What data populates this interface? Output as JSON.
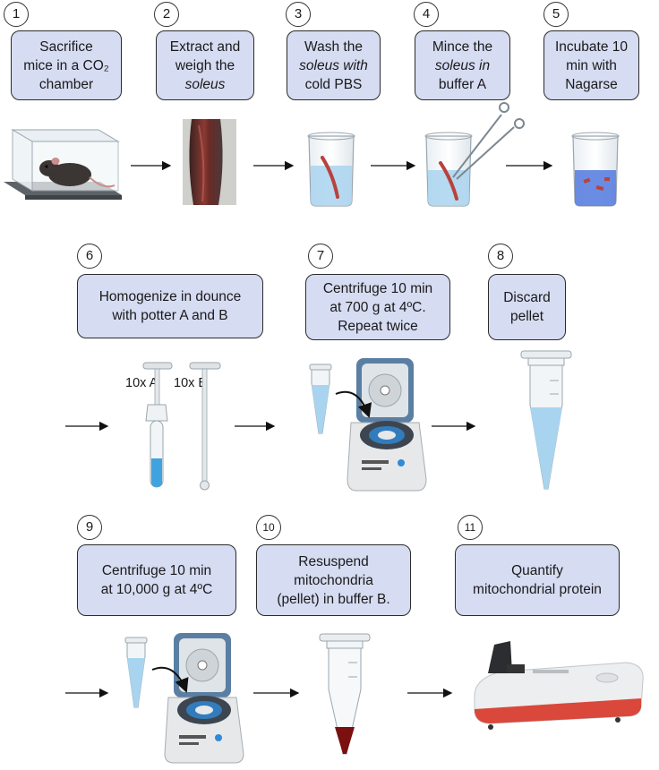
{
  "steps": [
    {
      "num": "1",
      "lines": [
        "Sacrifice",
        "mice in a CO₂",
        "chamber"
      ]
    },
    {
      "num": "2",
      "lines": [
        "Extract and",
        "weigh the",
        "soleus"
      ]
    },
    {
      "num": "3",
      "lines": [
        "Wash  the",
        "soleus with",
        "cold PBS"
      ]
    },
    {
      "num": "4",
      "lines": [
        "Mince the",
        "soleus in",
        "buffer A"
      ]
    },
    {
      "num": "5",
      "lines": [
        "Incubate 10",
        "min with",
        "Nagarse"
      ]
    },
    {
      "num": "6",
      "lines": [
        "Homogenize in dounce",
        "with potter A and B"
      ]
    },
    {
      "num": "7",
      "lines": [
        "Centrifuge 10 min",
        "at 700 g at 4ºC.",
        "Repeat twice"
      ]
    },
    {
      "num": "8",
      "lines": [
        "Discard",
        "pellet"
      ]
    },
    {
      "num": "9",
      "lines": [
        "Centrifuge 10 min",
        "at 10,000 g at 4ºC"
      ]
    },
    {
      "num": "10",
      "lines": [
        "Resuspend",
        "mitochondria",
        "(pellet) in buffer B."
      ]
    },
    {
      "num": "11",
      "lines": [
        "Quantify",
        "mitochondrial protein"
      ]
    }
  ],
  "italic_words": [
    "soleus"
  ],
  "potter_labels": {
    "a": "10x  A",
    "b": "10x  B"
  },
  "colors": {
    "box_fill": "#d6dcf2",
    "water": "#a9d4ef",
    "nagarse": "#5b7fe0",
    "muscle": "#b8433b",
    "pellet": "#7a1010",
    "lid": "#5b7fa3"
  }
}
